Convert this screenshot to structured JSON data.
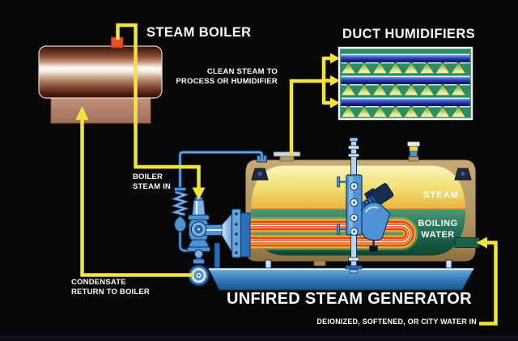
{
  "diagram": {
    "labels": {
      "steam_boiler": "STEAM BOILER",
      "duct_humidifiers": "DUCT HUMIDIFIERS",
      "clean_steam_1": "CLEAN STEAM TO",
      "clean_steam_2": "PROCESS OR HUMIDIFIER",
      "boiler_steam_in_1": "BOILER",
      "boiler_steam_in_2": "STEAM IN",
      "tank_steam": "STEAM",
      "tank_boiling_1": "BOILING",
      "tank_boiling_2": "WATER",
      "condensate_1": "CONDENSATE",
      "condensate_2": "RETURN TO BOILER",
      "title": "UNFIRED STEAM GENERATOR",
      "water_in": "DEIONIZED, SOFTENED, OR CITY WATER IN"
    },
    "colors": {
      "background": "#070707",
      "pipe_yellow": "#F2E43C",
      "duct_green": "#2F8A66",
      "duct_pipe_blue": "#1A2E9A",
      "steam_yellow": "#F2DD6E",
      "boiling_water_green": "#1D6B50",
      "coil_orange": "#F5A93B",
      "coil_red": "#E2491F",
      "hardware_blue": "#4F93D4",
      "skid_blue": "#3377BB",
      "boiler_copper": "#8A5038",
      "label_white": "#FFFFFF"
    }
  }
}
